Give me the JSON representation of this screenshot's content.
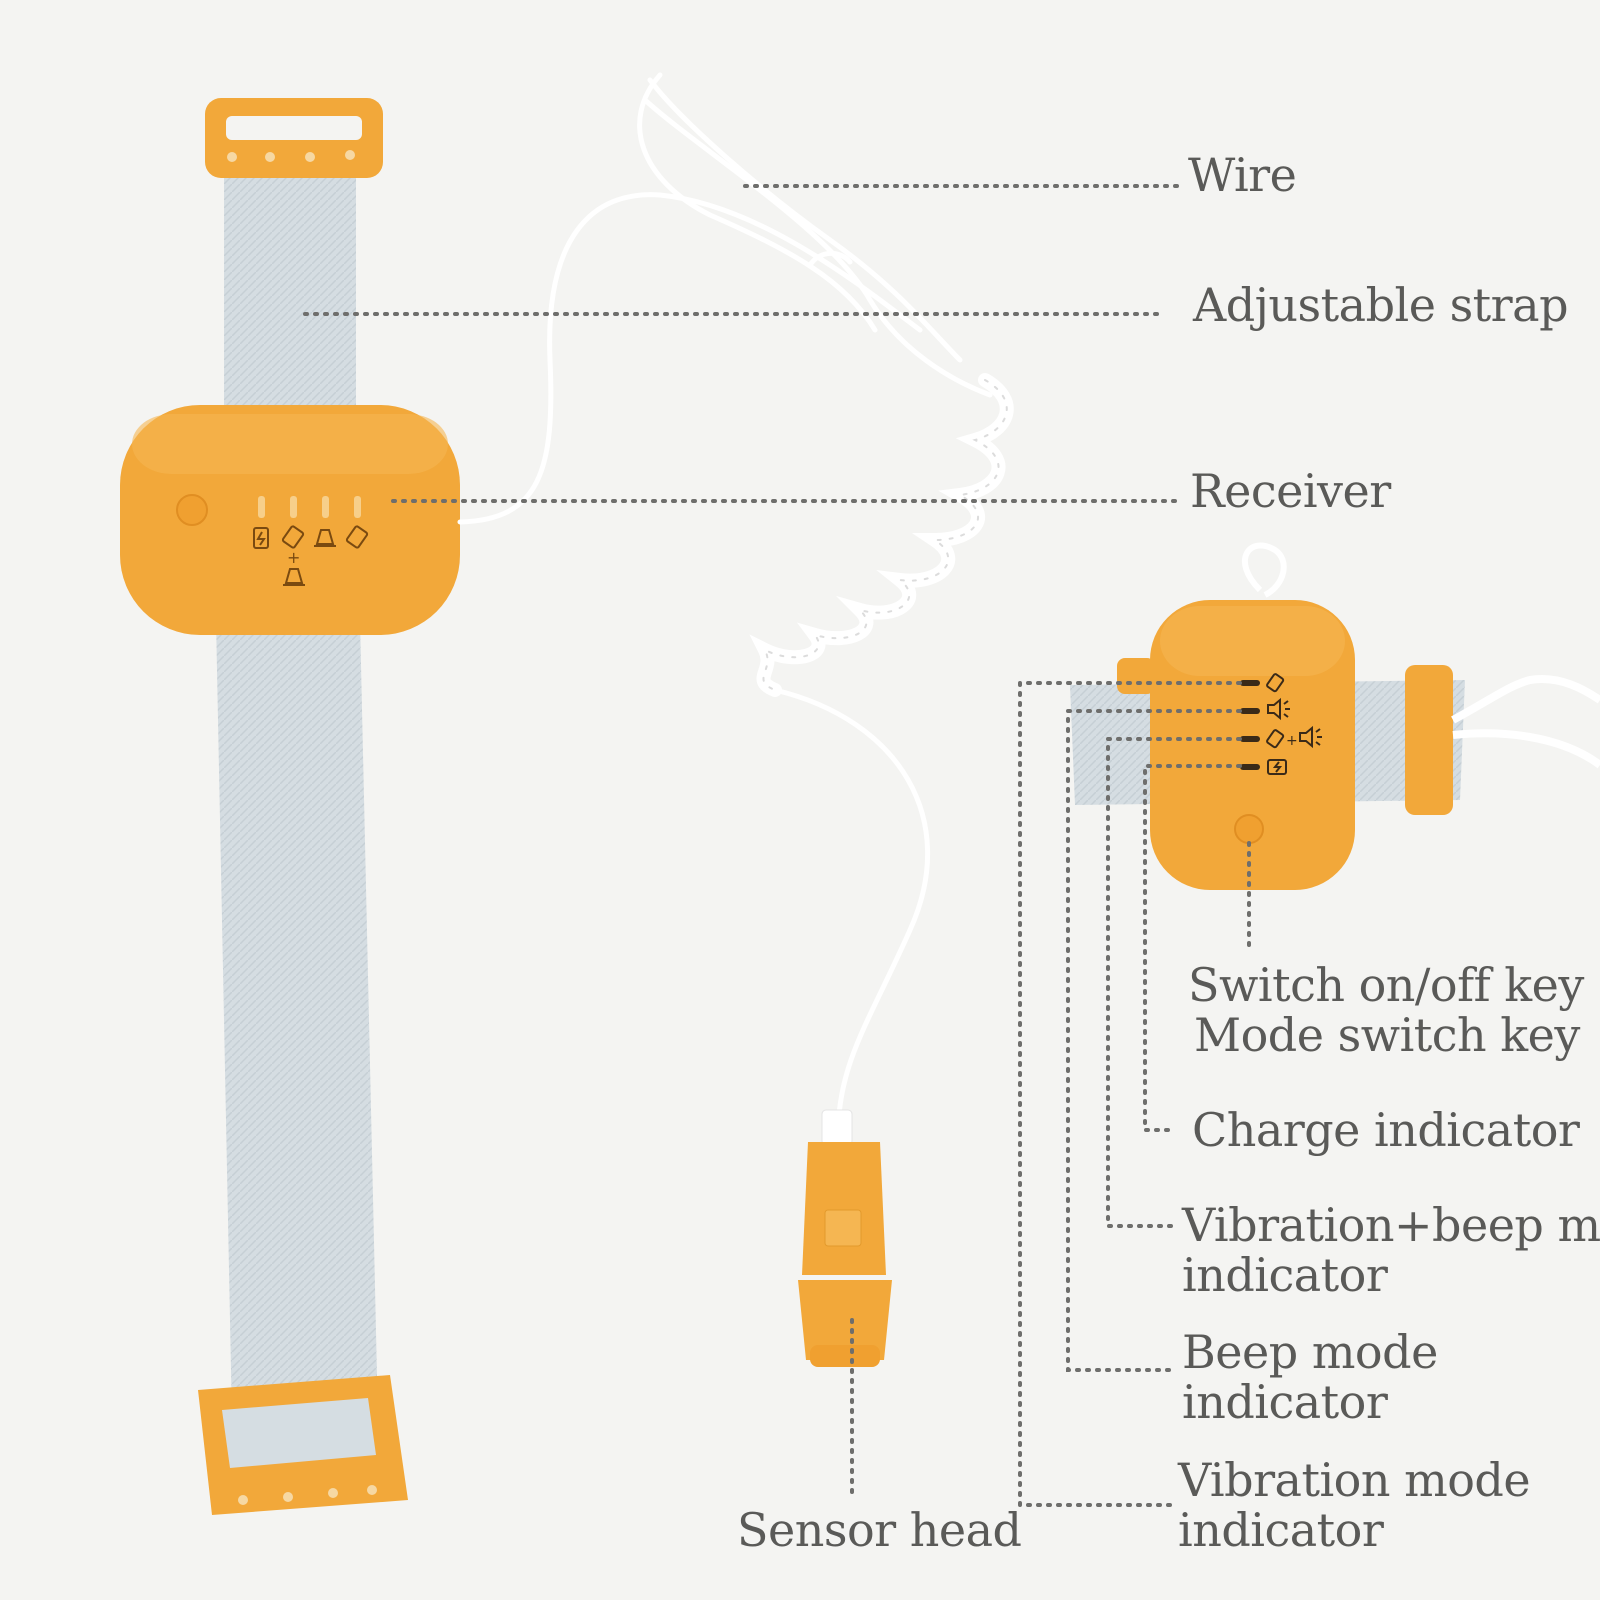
{
  "colors": {
    "background": "#f4f4f2",
    "device_orange": "#f2a83a",
    "strap_gray": "#d5dde2",
    "wire_white": "#ffffff",
    "leader_line": "#6e6e6c",
    "label_text": "#5a5a58"
  },
  "labels": {
    "wire": "Wire",
    "adjustable_strap": "Adjustable strap",
    "receiver": "Receiver",
    "switch_key_line1": "Switch on/off key",
    "switch_key_line2": "Mode switch key",
    "charge_indicator": "Charge indicator",
    "vib_beep_line1": "Vibration+beep mod",
    "vib_beep_line2": "indicator",
    "beep_line1": "Beep mode",
    "beep_line2": "indicator",
    "vib_line1": "Vibration mode",
    "vib_line2": "indicator",
    "sensor_head": "Sensor head"
  },
  "icons": [
    "battery-icon",
    "vibration-icon",
    "beep-lamp-icon",
    "plus-icon",
    "speaker-icon",
    "power-button-icon"
  ]
}
